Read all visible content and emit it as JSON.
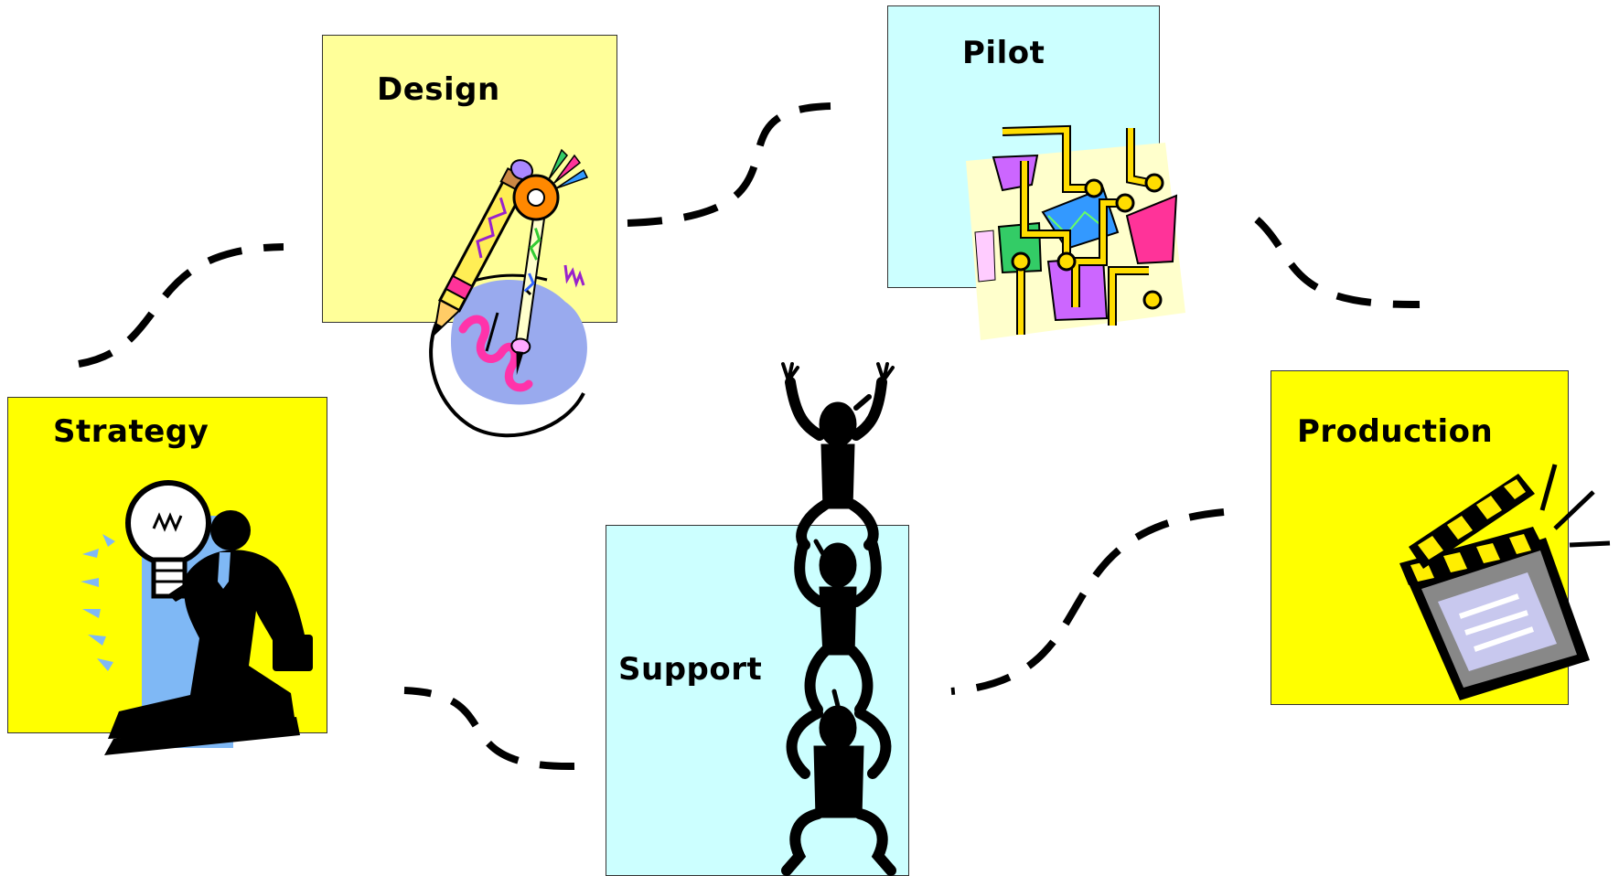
{
  "stages": [
    {
      "id": "strategy",
      "label": "Strategy",
      "color": "#ffff00",
      "icon": "businessman-lightbulb-icon"
    },
    {
      "id": "design",
      "label": "Design",
      "color": "#ffff99",
      "icon": "drafting-pencil-compass-icon"
    },
    {
      "id": "pilot",
      "label": "Pilot",
      "color": "#ccffff",
      "icon": "circuit-people-icon"
    },
    {
      "id": "production",
      "label": "Production",
      "color": "#ffff00",
      "icon": "film-clapperboard-icon"
    },
    {
      "id": "support",
      "label": "Support",
      "color": "#ccffff",
      "icon": "human-tower-icon"
    }
  ],
  "connector_style": "dashed-curve"
}
